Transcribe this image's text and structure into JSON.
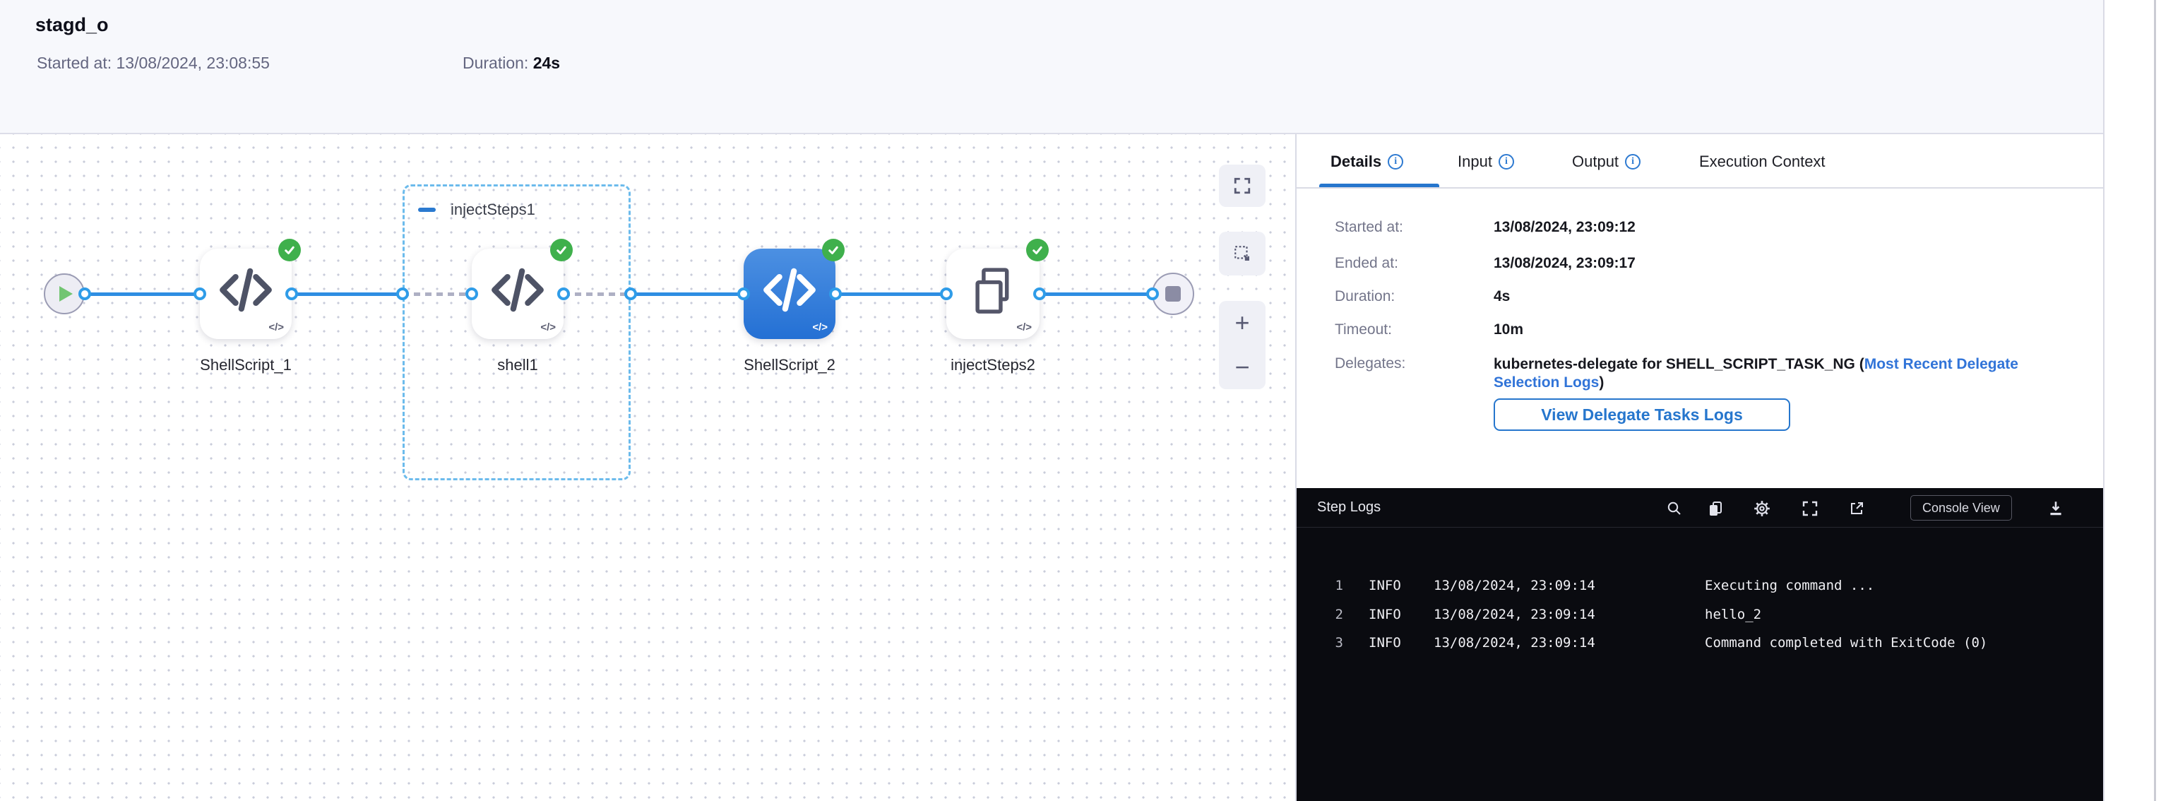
{
  "header": {
    "title": "stagd_o",
    "started_label": "Started at:",
    "started_value": "13/08/2024, 23:08:55",
    "duration_label": "Duration:",
    "duration_value": "24s"
  },
  "pipeline": {
    "group_label": "injectSteps1",
    "nodes": [
      {
        "label": "ShellScript_1",
        "status": "success",
        "selected": false
      },
      {
        "label": "shell1",
        "status": "success",
        "selected": false
      },
      {
        "label": "ShellScript_2",
        "status": "success",
        "selected": true
      },
      {
        "label": "injectSteps2",
        "status": "success",
        "selected": false
      }
    ]
  },
  "canvas_controls": {
    "zoom_in": "+",
    "zoom_out": "−"
  },
  "details_panel": {
    "tabs": [
      {
        "label": "Details",
        "active": true,
        "has_info_icon": true
      },
      {
        "label": "Input",
        "active": false,
        "has_info_icon": true
      },
      {
        "label": "Output",
        "active": false,
        "has_info_icon": true
      },
      {
        "label": "Execution Context",
        "active": false,
        "has_info_icon": false
      }
    ],
    "fields": [
      {
        "label": "Started at:",
        "value": "13/08/2024, 23:09:12"
      },
      {
        "label": "Ended at:",
        "value": "13/08/2024, 23:09:17"
      },
      {
        "label": "Duration:",
        "value": "4s"
      },
      {
        "label": "Timeout:",
        "value": "10m"
      }
    ],
    "delegates": {
      "label": "Delegates:",
      "text": "kubernetes-delegate for SHELL_SCRIPT_TASK_NG (",
      "link": "Most Recent Delegate Selection Logs",
      "suffix": ")"
    },
    "view_delegate_logs_button": "View Delegate Tasks Logs"
  },
  "step_logs": {
    "title": "Step Logs",
    "console_view_button": "Console View",
    "toolbar_icons": [
      "search",
      "copy",
      "settings",
      "expand",
      "open-in-new-tab",
      "download"
    ],
    "lines": [
      {
        "num": "1",
        "level": "INFO",
        "timestamp": "13/08/2024, 23:09:14",
        "message": "Executing command ..."
      },
      {
        "num": "2",
        "level": "INFO",
        "timestamp": "13/08/2024, 23:09:14",
        "message": "hello_2"
      },
      {
        "num": "3",
        "level": "INFO",
        "timestamp": "13/08/2024, 23:09:14",
        "message": "Command completed with ExitCode (0)"
      }
    ]
  },
  "colors": {
    "accent_blue": "#2676cd",
    "edge_blue": "#2e8ee2",
    "success_green": "#3fb04c",
    "link_blue": "#3174d8",
    "log_bg": "#0a0b10"
  }
}
